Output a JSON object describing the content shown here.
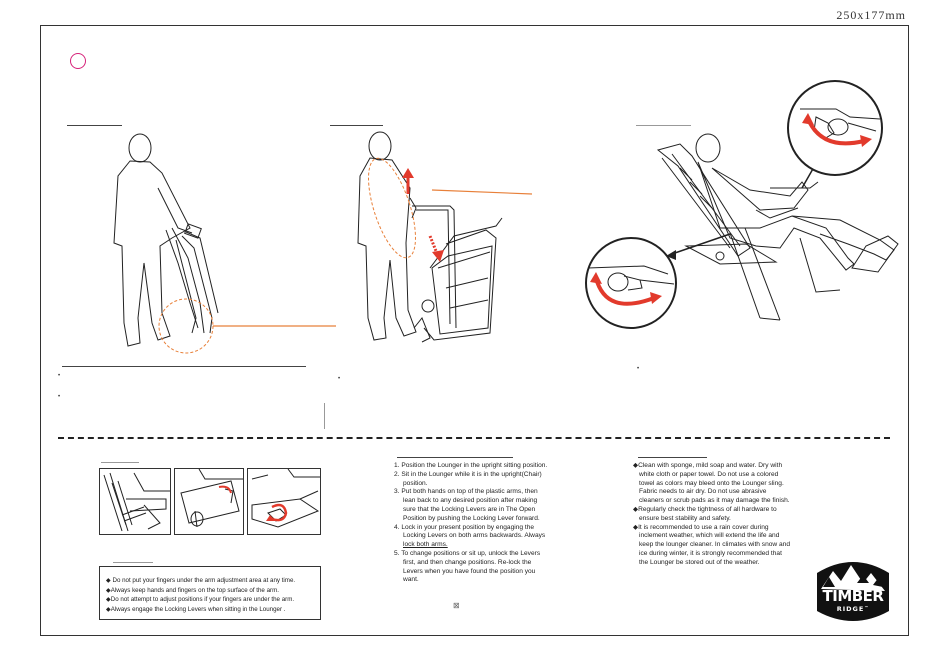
{
  "header": {
    "dimensions": "250x177mm"
  },
  "steps": [
    {
      "id": "fold",
      "bullets": [
        "•",
        "•"
      ]
    },
    {
      "id": "unfold",
      "bullets": [
        "•"
      ]
    },
    {
      "id": "recline",
      "bullets": [
        "•"
      ]
    }
  ],
  "warning": {
    "lines": [
      "◆  Do not put your fingers under the arm  adjustment area at any time.",
      "◆Always keep hands and fingers on the top surface of the arm.",
      "◆Do not attempt to adjust positions if your fingers are under the arm.",
      "◆Always engage the Locking Levers when sitting in the Lounger ."
    ]
  },
  "instructions": {
    "items": [
      {
        "num": "1.",
        "lines": [
          "Position the Lounger in the upright sitting position."
        ]
      },
      {
        "num": "2.",
        "lines": [
          "Sit in the Lounger while it is in the upright(Chair)",
          "position."
        ]
      },
      {
        "num": "3.",
        "lines": [
          "Put both hands on top of the plastic arms, then",
          "lean back to any desired position after making",
          "sure that the Locking Levers are in The Open",
          "Position by pushing the Locking Lever forward."
        ]
      },
      {
        "num": "4.",
        "lines": [
          "Lock in your present position by engaging the",
          "Locking Levers on both arms backwards. Always",
          "lock both arms."
        ]
      },
      {
        "num": "5.",
        "lines": [
          "To change positions or sit up, unlock the Levers",
          "first, and then change positions. Re-lock the",
          "Levers when you have found the position you",
          "want."
        ]
      }
    ],
    "footer_symbol": "⊠"
  },
  "care": {
    "items": [
      {
        "lines": [
          "◆Clean with sponge, mild soap and water. Dry with",
          "white cloth or paper towel. Do not use a colored",
          "towel as colors may bleed onto the Lounger sling.",
          "Fabric needs to air dry. Do not use abrasive",
          "cleaners or scrub pads as it may damage the finish."
        ]
      },
      {
        "lines": [
          "◆Regularly check the tightness of all hardware to",
          "ensure best stability and safety."
        ]
      },
      {
        "lines": [
          "◆It is recommended to use a rain cover during",
          "inclement weather, which will extend the life and",
          "keep the lounger cleaner. In climates with snow and",
          "ice during winter, it is strongly recommended that",
          "the Lounger be stored out of the weather."
        ]
      }
    ]
  },
  "logo": {
    "line1": "TIMBER",
    "line2": "RIDGE",
    "tm": "™"
  },
  "colors": {
    "accent_orange": "#e8803a",
    "arrow_red": "#e23a2c",
    "marker_pink": "#d6237a"
  }
}
